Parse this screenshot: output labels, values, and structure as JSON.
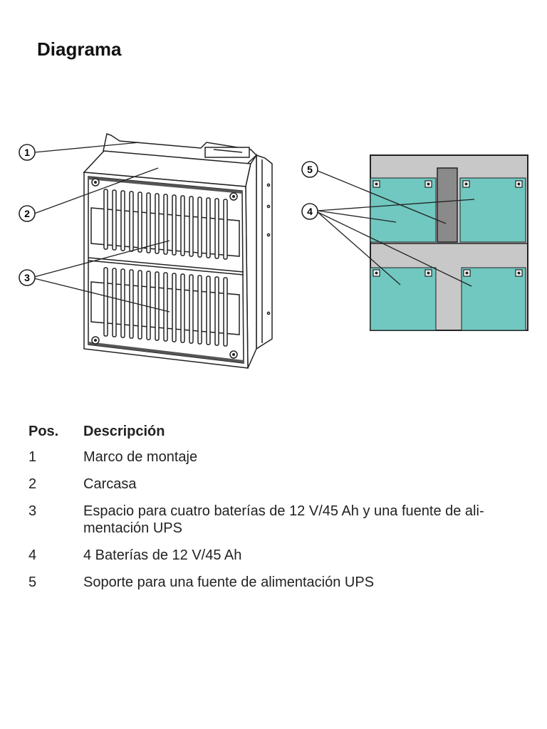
{
  "page": {
    "title": "Diagrama"
  },
  "callouts": [
    "1",
    "2",
    "3",
    "4",
    "5"
  ],
  "legend": {
    "header_pos": "Pos.",
    "header_desc": "Descripción",
    "items": [
      {
        "pos": "1",
        "desc": "Marco de montaje"
      },
      {
        "pos": "2",
        "desc": "Carcasa"
      },
      {
        "pos": "3",
        "desc_line1": "Espacio para cuatro baterías de 12 V/45 Ah y una fuente de ali-",
        "desc_line2": "mentación UPS"
      },
      {
        "pos": "4",
        "desc": "4 Baterías de 12 V/45 Ah"
      },
      {
        "pos": "5",
        "desc": "Soporte para una fuente de alimentación UPS"
      }
    ]
  },
  "colors": {
    "battery": "#70c8c0",
    "tray": "#c8c8c8",
    "ups_bracket": "#8a8a8a",
    "outline": "#222222"
  }
}
